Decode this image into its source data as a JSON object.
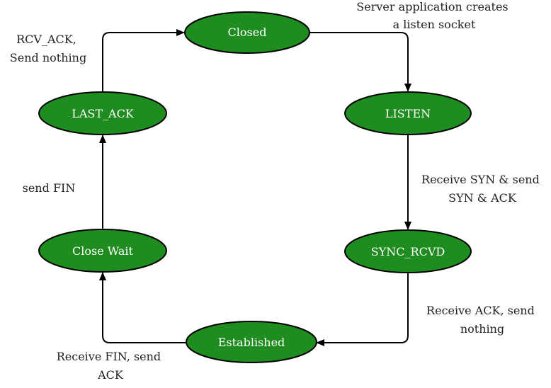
{
  "colors": {
    "state_fill": "#1f8c1f",
    "state_stroke": "#000000",
    "arrow": "#000000",
    "state_text": "#ffffff",
    "label_text": "#222222"
  },
  "states": {
    "closed": "Closed",
    "listen": "LISTEN",
    "sync_rcvd": "SYNC_RCVD",
    "established": "Established",
    "close_wait": "Close Wait",
    "last_ack": "LAST_ACK"
  },
  "transitions": {
    "closed_to_listen": [
      "Server application creates",
      "a listen socket"
    ],
    "listen_to_sync_rcvd": [
      "Receive SYN & send",
      "SYN & ACK"
    ],
    "sync_rcvd_to_established": [
      "Receive ACK, send",
      "nothing"
    ],
    "established_to_close_wait": [
      "Receive FIN, send",
      "ACK"
    ],
    "close_wait_to_last_ack": [
      "send FIN"
    ],
    "last_ack_to_closed": [
      "RCV_ACK,",
      "Send nothing"
    ]
  }
}
